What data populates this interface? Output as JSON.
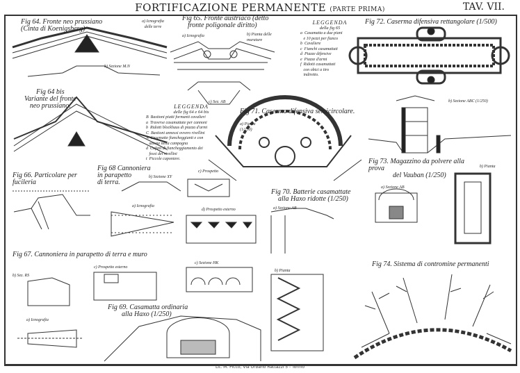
{
  "header": {
    "title": "FORTIFICAZIONE PERMANENTE",
    "subtitle": "(PARTE PRIMA)",
    "plate": "TAV. VII."
  },
  "figures": {
    "f64": "Fig 64. Fronte neo prussiano",
    "f64b": "(Cinta di Koenigsberg)",
    "f64_a": "a) Icnografia delle terre",
    "f64_b": "b) Sezione M.N",
    "f65": "Fig 65. Fronte austriaco (detto",
    "f65b": "fronte poligonale diritto)",
    "f65_a": "a) Icnografia",
    "f65_b": "b) Pianta delle murature",
    "f65_c": "c) Sez. AB",
    "f72": "Fig 72. Caserma difensiva rettangolare (1/500)",
    "f72_b": "b) Sezione ABC (1/250)",
    "f64bis": "Fig 64 bis",
    "f64bis_b": "Variante del fronte",
    "f64bis_c": "neo prussiano.",
    "f71": "Fig 71. Caserma difensiva semicircolare.",
    "f71_a": "a) Pianta",
    "f71_a2": "(1/250)",
    "f66": "Fig 66. Particolare per fucileria",
    "f68": "Fig 68 Cannoniera",
    "f68b": "in parapetto",
    "f68c": "di terra.",
    "f68_b": "b) Sezione XY",
    "f68_c": "c) Prospetto",
    "f68_a": "a) Icnografia",
    "f68_d": "d) Prospetto esterno",
    "f70": "Fig 70. Batterie casamattate",
    "f70b": "alla Haxo ridotte (1/250)",
    "f70_a": "a) Sezione AB",
    "f70_b": "b) Pianta",
    "f73": "Fig 73. Magazzino da polvere alla prova",
    "f73b": "del Vauban (1/250)",
    "f73_a": "a) Sezione AB",
    "f73_b": "b) Pianta",
    "f67": "Fig 67. Cannoniera in parapetto di terra e muro",
    "f67_c": "c) Prospetto esterno",
    "f67_b": "b) Sez. RS",
    "f67_a": "a) Icnografia",
    "fHK": "c) Sezione HK",
    "f69": "Fig 69. Casamatta ordinaria",
    "f69b": "alla Haxo (1/250)",
    "f74": "Fig 74. Sistema di contromine permanenti"
  },
  "legend65": {
    "title": "LEGGENDA",
    "sub": "della fig 65",
    "items": [
      "a  Casamatta a due piani",
      "   e 10 pezzi per fianco",
      "b  Cavaliere",
      "c  Fianchi casamattati",
      "d  Piazze difensive",
      "e  Piazze d'armi",
      "f  Ridotti casamattati",
      "   con obici a tiro",
      "   indiretto."
    ]
  },
  "legend64": {
    "title": "LEGGENDA",
    "sub": "delle fig 64 e 64 bis",
    "items": [
      "B  Bastioni piatti formanti cavalieri",
      "a  Traverse casamattate per cannoni",
      "b  Ridotti blockhaus di piazza d'armi",
      "C  Bastioni annessi ovvero rivellini",
      "A  Casematte fiancheggianti e con",
      "   azione nella campagna",
      "d  Cofani di fiancheggiamento dei",
      "   fossi dei rivellini",
      "t  Piccole caponiere."
    ]
  },
  "footer": "Lit. M. Picco, Via Urbano Rattazzi 5 - Torino"
}
